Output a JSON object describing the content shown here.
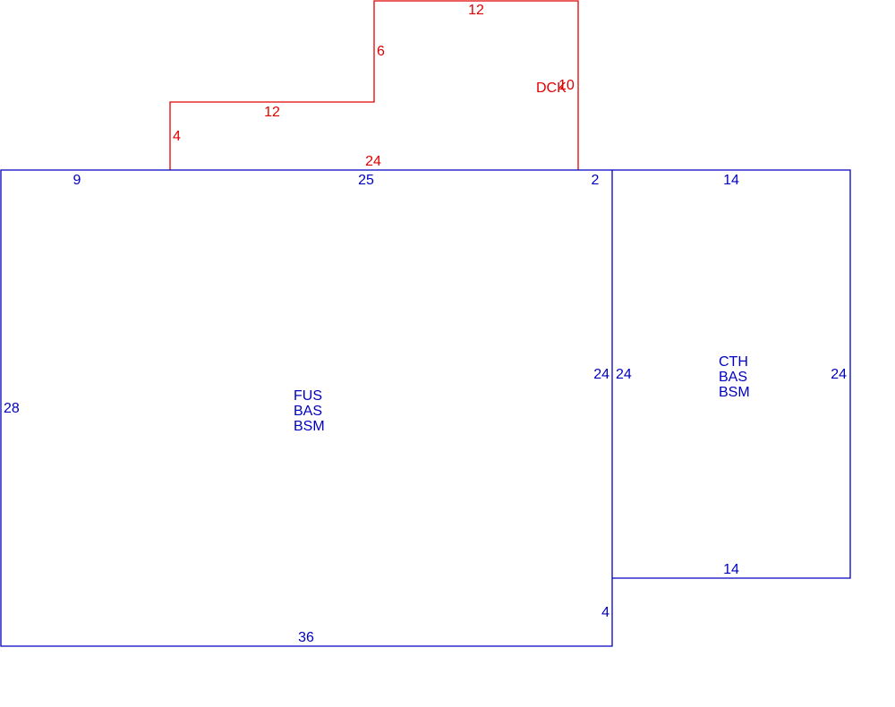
{
  "colors": {
    "living": "#0000c0",
    "deck": "#e00000"
  },
  "deck": {
    "label": "DCK",
    "dims": {
      "top": "12",
      "inner_vertical": "6",
      "middle": "12",
      "left": "4",
      "bottom": "24",
      "right": "10"
    }
  },
  "main_area": {
    "labels": [
      "FUS",
      "BAS",
      "BSM"
    ],
    "dims": {
      "top_left": "9",
      "top_mid": "25",
      "top_right": "2",
      "left": "28",
      "right": "24",
      "right_lower": "4",
      "bottom": "36"
    }
  },
  "side_area": {
    "labels": [
      "CTH",
      "BAS",
      "BSM"
    ],
    "dims": {
      "top": "14",
      "left": "24",
      "right": "24",
      "bottom": "14"
    }
  }
}
